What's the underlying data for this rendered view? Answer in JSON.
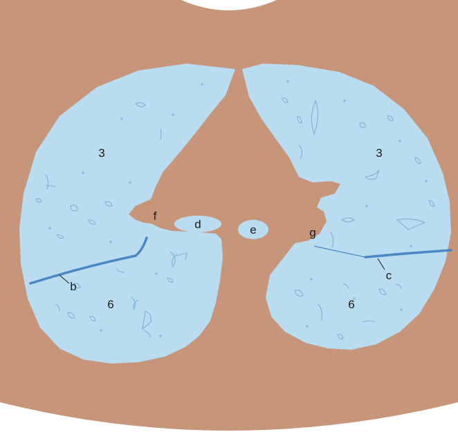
{
  "diagram": {
    "colors": {
      "background": "#ffffff",
      "tissue": "#c7967a",
      "lung": "#b9dcf1",
      "fissure": "#4a87c4",
      "vessel_outline": "#7fb2d2",
      "label_text": "#1a1a1a"
    },
    "labels": {
      "right_upper": "3",
      "left_upper": "3",
      "right_lower": "6",
      "left_lower": "6",
      "fissure_right": "b",
      "fissure_left": "c",
      "structure_d": "d",
      "structure_e": "e",
      "structure_f": "f",
      "structure_g": "g"
    }
  }
}
